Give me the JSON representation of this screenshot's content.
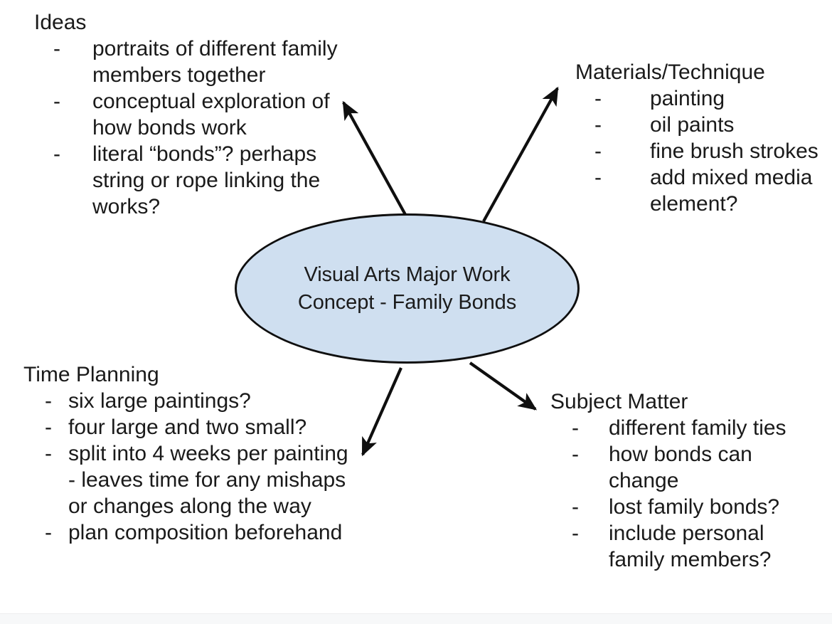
{
  "diagram": {
    "type": "mind-map",
    "center": {
      "label": "Visual Arts Major Work\nConcept - Family Bonds",
      "shape": "ellipse",
      "fill_color": "#cfdff0",
      "stroke_color": "#0f0f0f"
    },
    "branches": [
      {
        "id": "ideas",
        "title": "Ideas",
        "position": "top-left",
        "items": [
          "portraits of different family members together",
          "conceptual exploration of how bonds work",
          "literal “bonds”? perhaps string or rope linking the works?"
        ]
      },
      {
        "id": "materials",
        "title": "Materials/Technique",
        "position": "top-right",
        "items": [
          "painting",
          "oil paints",
          "fine brush strokes",
          "add mixed media element?"
        ]
      },
      {
        "id": "time-planning",
        "title": "Time Planning",
        "position": "bottom-left",
        "items": [
          "six large paintings?",
          "four large and two small?",
          "split into 4 weeks per painting - leaves time for any mishaps or changes along the way",
          "plan composition beforehand"
        ]
      },
      {
        "id": "subject-matter",
        "title": "Subject Matter",
        "position": "bottom-right",
        "items": [
          "different family ties",
          "how bonds can change",
          "lost family bonds?",
          "include personal family members?"
        ]
      }
    ],
    "bullet_marker": "-",
    "arrows": [
      {
        "id": "arrow-to-ideas",
        "from": "center",
        "to": "ideas",
        "direction": "up-left"
      },
      {
        "id": "arrow-to-materials",
        "from": "center",
        "to": "materials",
        "direction": "up-right"
      },
      {
        "id": "arrow-to-time-planning",
        "from": "center",
        "to": "time-planning",
        "direction": "down-left"
      },
      {
        "id": "arrow-to-subject-matter",
        "from": "center",
        "to": "subject-matter",
        "direction": "down-right"
      }
    ]
  }
}
